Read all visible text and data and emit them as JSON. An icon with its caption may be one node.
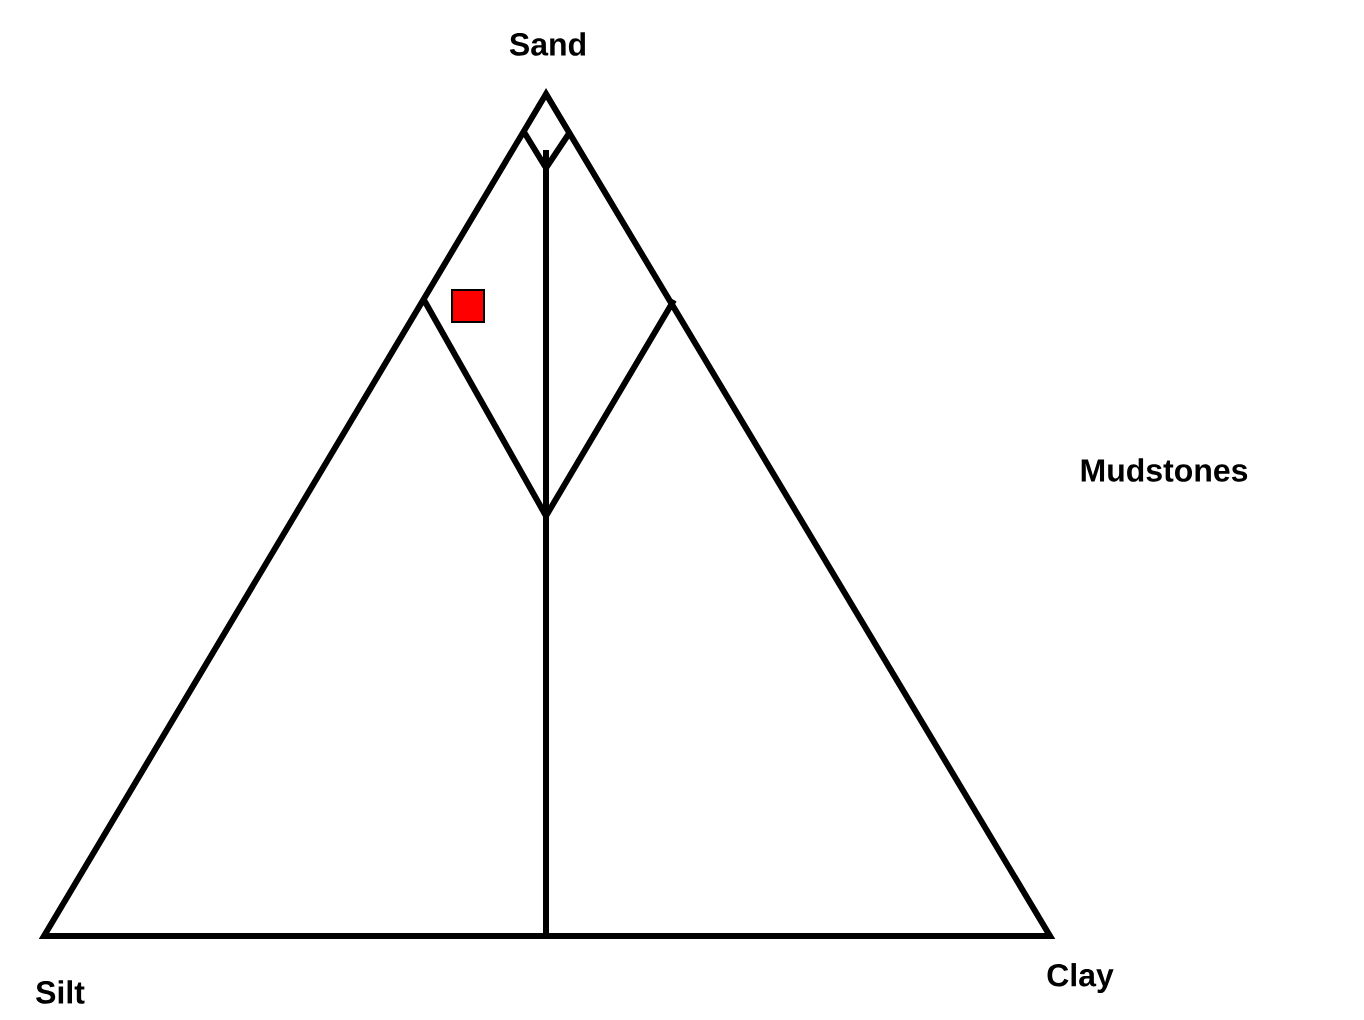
{
  "diagram": {
    "labels": [
      "Sand",
      "Mudstones",
      "Silt",
      "Clay"
    ]
  }
}
